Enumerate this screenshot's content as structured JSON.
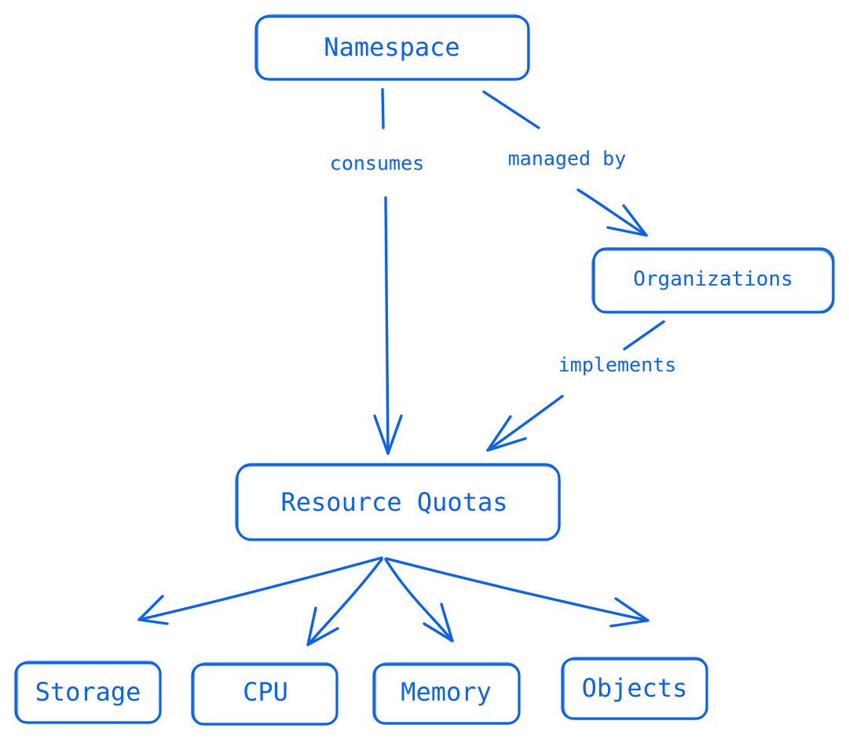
{
  "diagram": {
    "style": "hand-drawn",
    "color": "#0a63e8",
    "nodes": [
      {
        "id": "namespace",
        "label": "Namespace"
      },
      {
        "id": "organizations",
        "label": "Organizations"
      },
      {
        "id": "resource_quotas",
        "label": "Resource Quotas"
      },
      {
        "id": "storage",
        "label": "Storage"
      },
      {
        "id": "cpu",
        "label": "CPU"
      },
      {
        "id": "memory",
        "label": "Memory"
      },
      {
        "id": "objects",
        "label": "Objects"
      }
    ],
    "edges": [
      {
        "id": "ns-rq",
        "from": "namespace",
        "to": "resource_quotas",
        "label": "consumes"
      },
      {
        "id": "ns-org",
        "from": "namespace",
        "to": "organizations",
        "label": "managed by"
      },
      {
        "id": "org-rq",
        "from": "organizations",
        "to": "resource_quotas",
        "label": "implements"
      },
      {
        "id": "rq-storage",
        "from": "resource_quotas",
        "to": "storage",
        "label": ""
      },
      {
        "id": "rq-cpu",
        "from": "resource_quotas",
        "to": "cpu",
        "label": ""
      },
      {
        "id": "rq-memory",
        "from": "resource_quotas",
        "to": "memory",
        "label": ""
      },
      {
        "id": "rq-objects",
        "from": "resource_quotas",
        "to": "objects",
        "label": ""
      }
    ]
  }
}
